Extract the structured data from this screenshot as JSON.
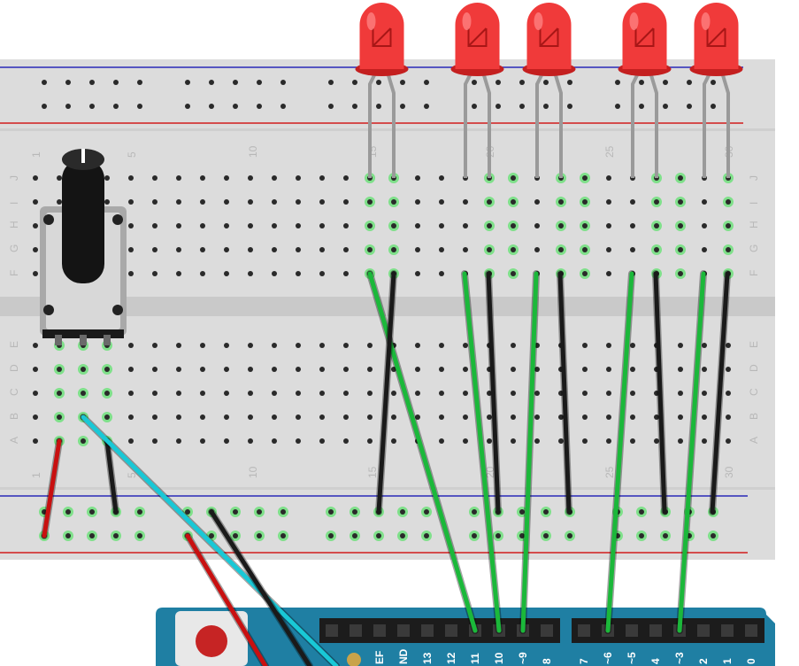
{
  "breadboard": {
    "column_numbers_top": [
      "1",
      "5",
      "10",
      "15",
      "20",
      "25",
      "30"
    ],
    "column_numbers_bottom": [
      "1",
      "5",
      "10",
      "15",
      "20",
      "25",
      "30"
    ],
    "row_letters_top": [
      "J",
      "I",
      "H",
      "G",
      "F"
    ],
    "row_letters_bottom": [
      "E",
      "D",
      "C",
      "B",
      "A"
    ]
  },
  "arduino": {
    "digital_pin_labels": [
      "EF",
      "ND",
      "13",
      "12",
      "11",
      "10",
      "~9",
      "8",
      "7",
      "~6",
      "~5",
      "4",
      "~3",
      "2",
      "1",
      "0"
    ]
  },
  "colors": {
    "breadboard": "#dcdcdc",
    "rail_red": "#d11c1c",
    "rail_blue": "#2a2ab8",
    "wire_green": "#1bb83a",
    "wire_black": "#1a1a1a",
    "wire_red": "#c81010",
    "wire_cyan": "#19c8d6",
    "led_red": "#f03a3a",
    "arduino": "#1f7fa3"
  }
}
